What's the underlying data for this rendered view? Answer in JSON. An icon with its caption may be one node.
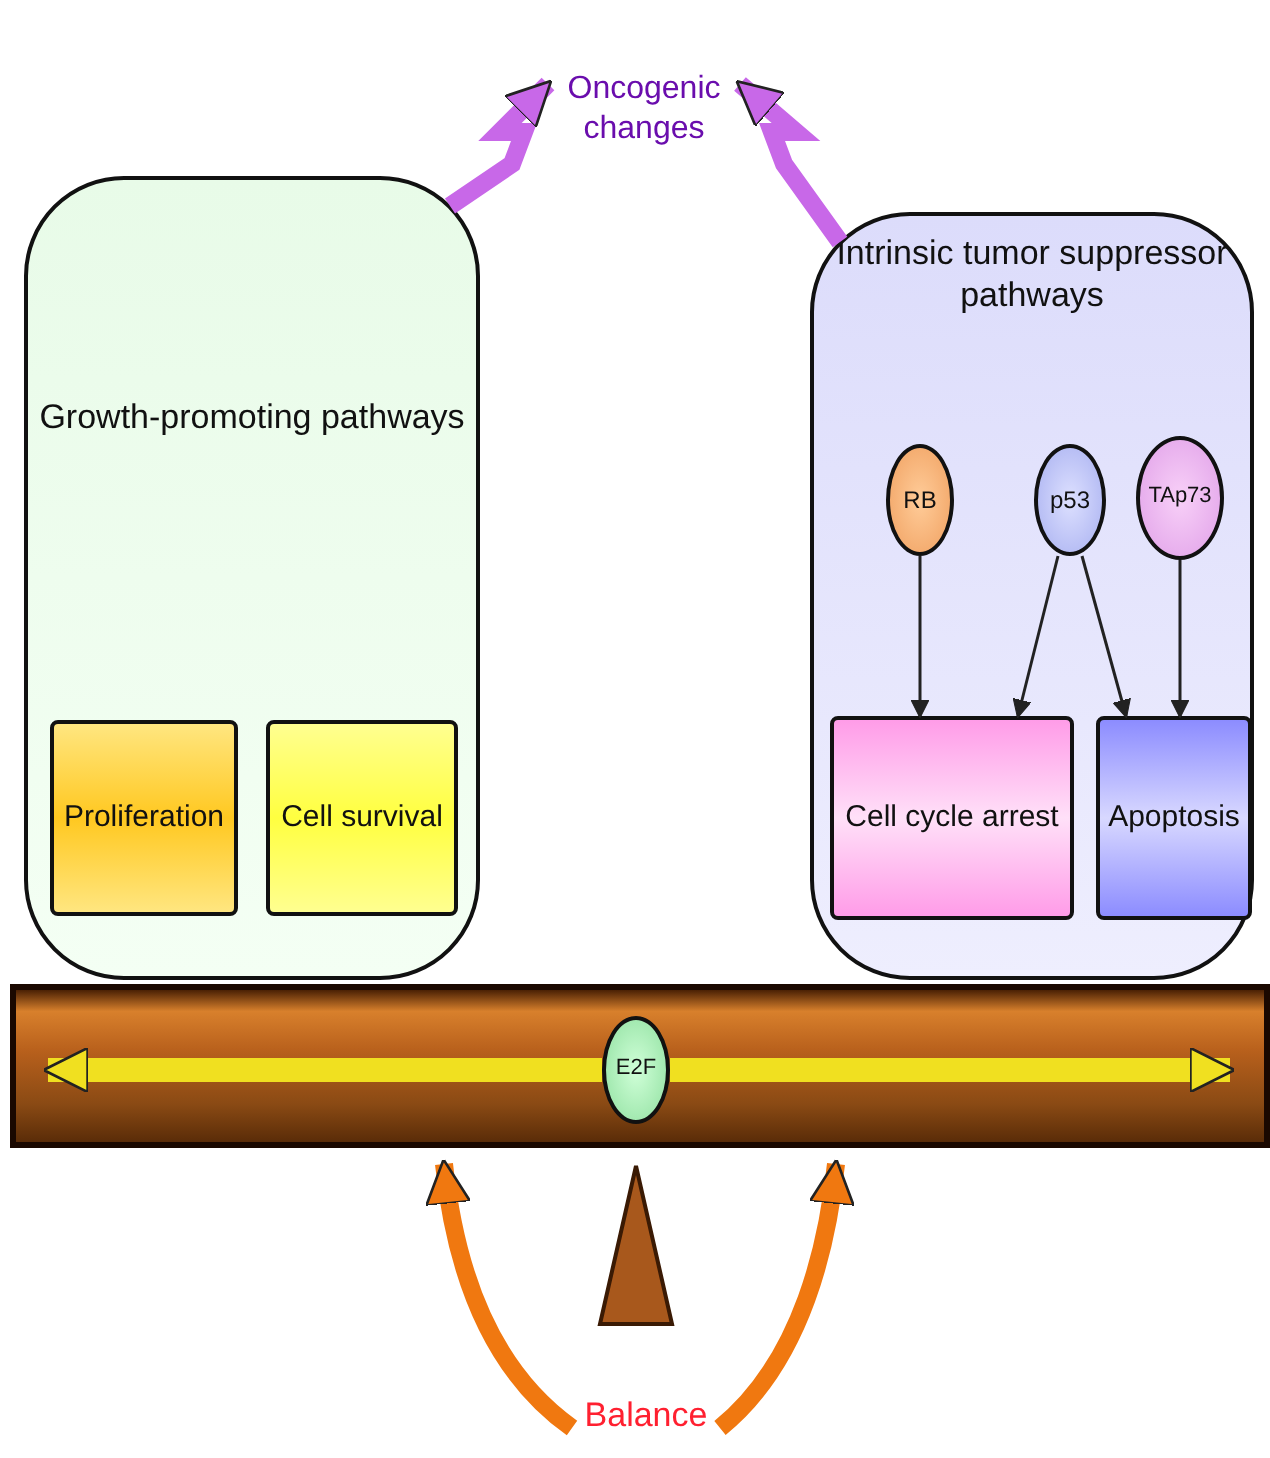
{
  "diagram": {
    "nodes": [
      {
        "text": [
          "Oncogenic changes"
        ]
      },
      {
        "text": [
          "Growth-promoting pathways"
        ]
      },
      {
        "text": [
          "Proliferation"
        ],
        "in": 1
      },
      {
        "text": [
          "Cell survival"
        ],
        "in": 1
      },
      {
        "text": [
          "Intrinsic tumor suppressor pathways"
        ]
      },
      {
        "text": [
          "RB"
        ],
        "in": 4
      },
      {
        "text": [
          "p53"
        ],
        "in": 4
      },
      {
        "text": [
          "TAp73"
        ],
        "in": 4
      },
      {
        "text": [
          "Cell cycle arrest"
        ],
        "in": 4
      },
      {
        "text": [
          "Apoptosis"
        ],
        "in": 4
      },
      {
        "text": [],
        "shape": "bar"
      },
      {
        "text": [
          "E2F"
        ],
        "in": 10
      },
      {
        "text": [],
        "shape": "triangle"
      },
      {
        "text": [
          "Balance"
        ]
      }
    ],
    "edges": [
      {
        "from": 1,
        "to": 0,
        "arrow": "to",
        "color": "#c868e8"
      },
      {
        "from": 4,
        "to": 0,
        "arrow": "to",
        "color": "#c868e8"
      },
      {
        "from": 5,
        "to": 8,
        "arrow": "to"
      },
      {
        "from": 6,
        "to": 8,
        "arrow": "to"
      },
      {
        "from": 6,
        "to": 9,
        "arrow": "to"
      },
      {
        "from": 7,
        "to": 9,
        "arrow": "to"
      },
      {
        "from": 11,
        "to": 1,
        "arrow": "to",
        "color": "#f0e020"
      },
      {
        "from": 11,
        "to": 4,
        "arrow": "to",
        "color": "#f0e020"
      },
      {
        "from": 13,
        "to": 10,
        "arrow": "to",
        "color": "#f07810"
      },
      {
        "from": 13,
        "to": 10,
        "arrow": "to",
        "color": "#f07810"
      }
    ]
  }
}
